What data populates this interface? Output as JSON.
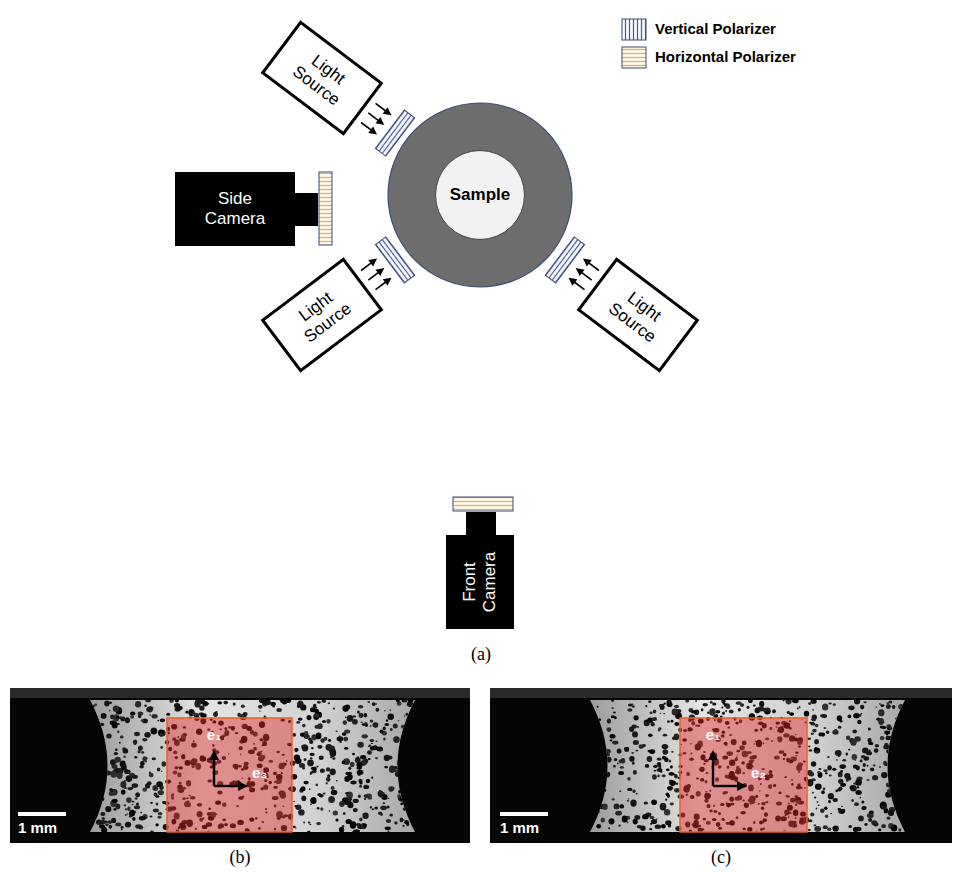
{
  "diagram": {
    "nodes": [
      {
        "text": [
          "Light Source"
        ]
      },
      {
        "text": [
          "Side Camera"
        ]
      },
      {
        "text": [
          "Sample"
        ]
      },
      {
        "text": [
          "Light Source"
        ]
      },
      {
        "text": [
          "Light Source"
        ]
      },
      {
        "text": [
          "Front Camera"
        ]
      }
    ],
    "labels": [
      "(a)",
      "e₁",
      "e₃",
      "1 mm",
      "(b)",
      "e₁",
      "e₂",
      "1 mm",
      "(c)"
    ],
    "legend": [
      {
        "text": "Vertical Polarizer"
      },
      {
        "text": "Horizontal Polarizer"
      }
    ]
  }
}
